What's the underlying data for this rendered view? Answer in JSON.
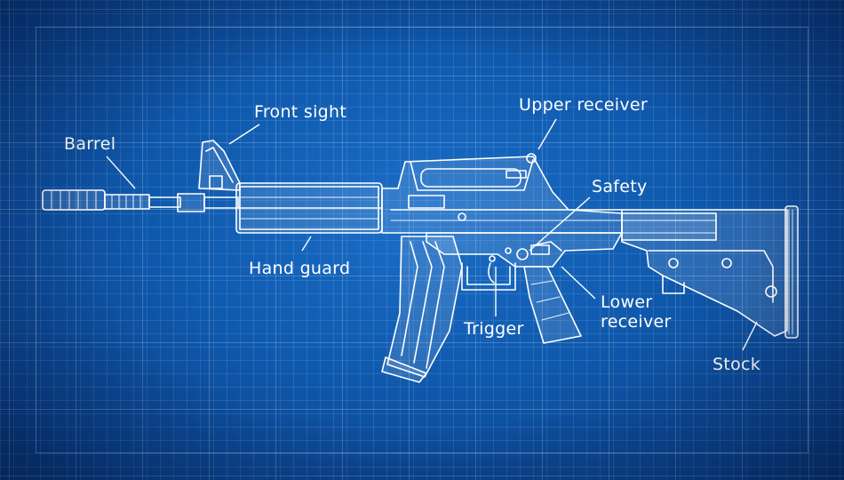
{
  "colors": {
    "background": "#0f59ad",
    "grid": "#ffffff",
    "ink": "#ffffff"
  },
  "labels": {
    "barrel": "Barrel",
    "front_sight": "Front sight",
    "upper_receiver": "Upper receiver",
    "safety": "Safety",
    "hand_guard": "Hand guard",
    "lower_receiver_line1": "Lower",
    "lower_receiver_line2": "receiver",
    "trigger": "Trigger",
    "stock": "Stock"
  }
}
